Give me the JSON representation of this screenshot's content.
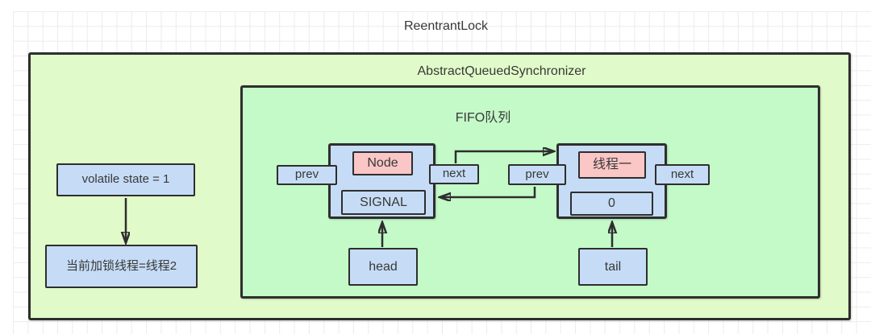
{
  "titles": {
    "main": "ReentrantLock",
    "aqs": "AbstractQueuedSynchronizer",
    "fifo": "FIFO队列"
  },
  "lock_state": {
    "state": "volatile state = 1",
    "owner": "当前加锁线程=线程2"
  },
  "queue": {
    "node1": {
      "label": "Node",
      "status": "SIGNAL",
      "prev": "prev",
      "next": "next",
      "pointer": "head"
    },
    "node2": {
      "label": "线程一",
      "status": "0",
      "prev": "prev",
      "next": "next",
      "pointer": "tail"
    }
  },
  "colors": {
    "canvas-bg": "#ffffff",
    "grid-line": "#ececec",
    "outer-green": "#e1fac9",
    "inner-green": "#c3fac8",
    "box-blue": "#c6dcf6",
    "box-pink": "#fac6c6",
    "border-dark": "#2e2e2e",
    "text": "#383838"
  }
}
